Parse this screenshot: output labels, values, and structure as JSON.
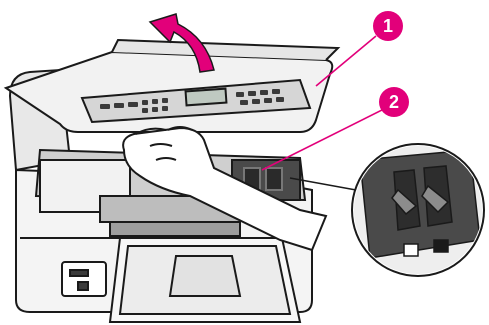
{
  "illustration": {
    "subject": "printer-ink-cartridge-access",
    "colors": {
      "callout": "#e2007a",
      "arrow": "#e2007a",
      "outline": "#1a1a1a",
      "body_light": "#f2f2f2",
      "body_mid": "#cfcfcf",
      "body_dark": "#3a3a3a"
    }
  },
  "callouts": [
    {
      "label": "1"
    },
    {
      "label": "2"
    }
  ]
}
